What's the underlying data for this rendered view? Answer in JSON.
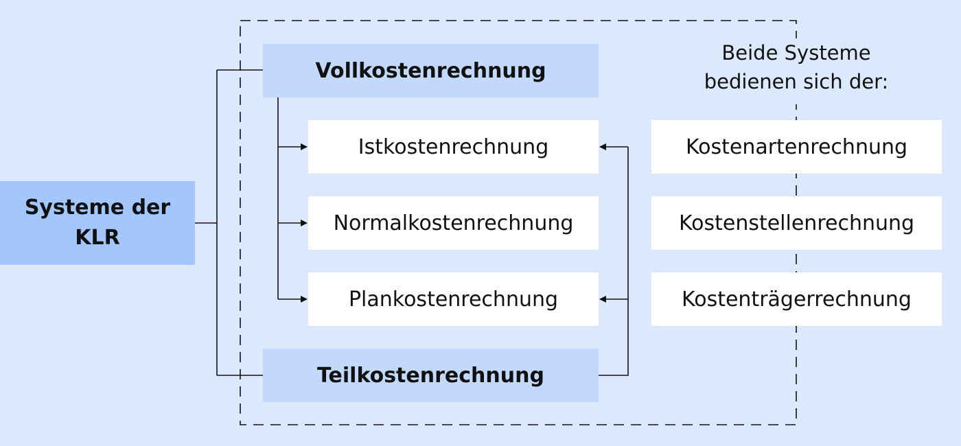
{
  "diagram": {
    "root": {
      "label": "Systeme der KLR"
    },
    "systems": [
      {
        "id": "vollkosten",
        "label": "Vollkostenrechnung"
      },
      {
        "id": "teilkosten",
        "label": "Teilkostenrechnung"
      }
    ],
    "methods": [
      {
        "id": "ist",
        "label": "Istkostenrechnung"
      },
      {
        "id": "normal",
        "label": "Normalkostenrechnung"
      },
      {
        "id": "plan",
        "label": "Plankostenrechnung"
      }
    ],
    "shared_note": "Beide Systeme\nbedienen sich der:",
    "shared_parts": [
      {
        "id": "kostenarten",
        "label": "Kostenartenrechnung"
      },
      {
        "id": "kostenstellen",
        "label": "Kostenstellenrechnung"
      },
      {
        "id": "kostentraeger",
        "label": "Kostenträgerrechnung"
      }
    ],
    "edges": [
      {
        "from": "root",
        "to": "vollkosten"
      },
      {
        "from": "root",
        "to": "teilkosten"
      },
      {
        "from": "vollkosten",
        "to": "ist"
      },
      {
        "from": "vollkosten",
        "to": "normal"
      },
      {
        "from": "vollkosten",
        "to": "plan"
      },
      {
        "from": "teilkosten",
        "to": "ist"
      },
      {
        "from": "teilkosten",
        "to": "plan"
      }
    ],
    "colors": {
      "background": "#dce9fd",
      "root_fill": "#a4c6fb",
      "system_fill": "#c3d9fc",
      "method_fill": "#ffffff",
      "line": "#111111"
    }
  }
}
